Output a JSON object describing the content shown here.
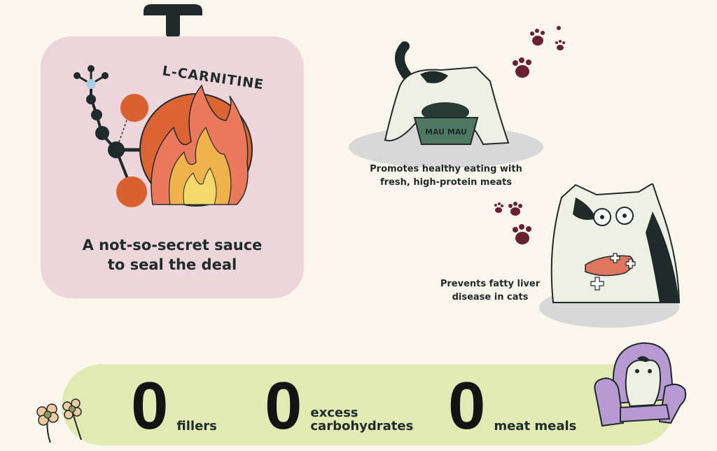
{
  "lcarnitine": {
    "art_label": "L-CARNITINE",
    "caption_line1": "A not-so-secret sauce",
    "caption_line2": "to seal the deal"
  },
  "benefits": [
    {
      "line1": "Promotes healthy eating with",
      "line2": "fresh, high-protein meats",
      "bowl_label": "MAU MAU"
    },
    {
      "line1": "Prevents fatty liver",
      "line2": "disease in cats"
    }
  ],
  "zero_stats": [
    {
      "value": "0",
      "label_line1": "fillers",
      "label_line2": ""
    },
    {
      "value": "0",
      "label_line1": "excess",
      "label_line2": "carbohydrates"
    },
    {
      "value": "0",
      "label_line1": "meat meals",
      "label_line2": ""
    }
  ],
  "colors": {
    "background": "#fbf7ec",
    "card_pink": "#ecd6dc",
    "bar_green": "#e2eab4",
    "orange": "#d9602f",
    "paw": "#6b2030",
    "text": "#1f2a2a"
  },
  "icons": [
    "molecule-icon",
    "flame-icon",
    "cat-eating-icon",
    "paw-print-icon",
    "cat-liver-icon",
    "flower-icon",
    "cat-armchair-icon"
  ]
}
